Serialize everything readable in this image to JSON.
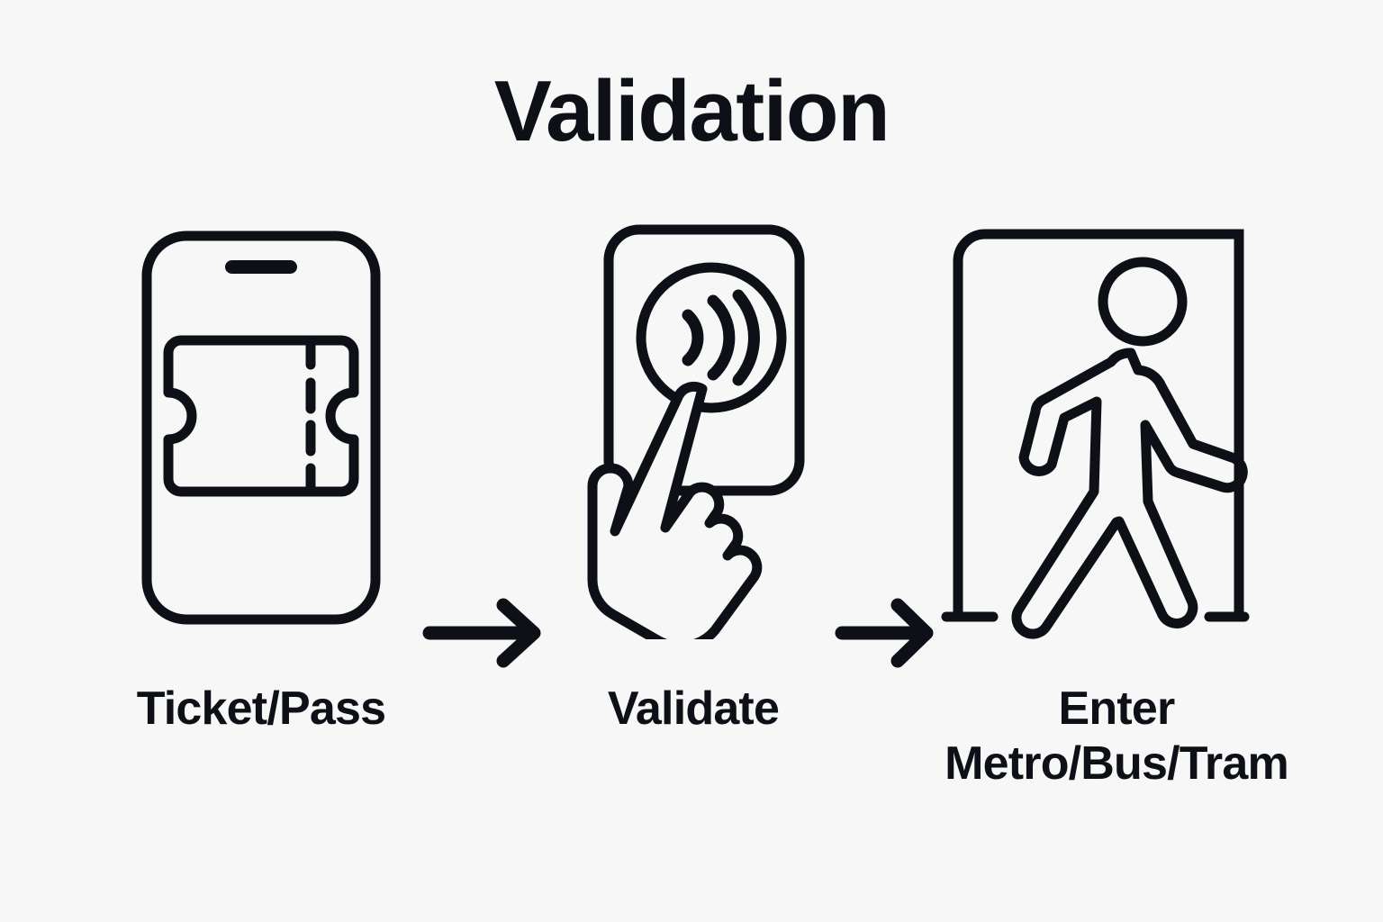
{
  "page": {
    "background_color": "#f7f7f7",
    "ink_color": "#0d1117",
    "title": "Validation"
  },
  "diagram": {
    "type": "process-flow",
    "orientation": "horizontal",
    "step_count": 3,
    "connector_count": 2,
    "steps": [
      {
        "id": "ticket-pass",
        "icon": "smartphone-ticket-icon",
        "icon_description": "smartphone showing a ticket with perforation",
        "caption_lines": [
          "Ticket/Pass"
        ],
        "caption": "Ticket/Pass"
      },
      {
        "id": "validate",
        "icon": "contactless-validator-hand-icon",
        "icon_description": "hand tapping a contactless NFC validator terminal",
        "caption_lines": [
          "Validate"
        ],
        "caption": "Validate"
      },
      {
        "id": "enter",
        "icon": "pedestrian-gate-icon",
        "icon_description": "walking person passing through a gate doorway",
        "caption_lines": [
          "Enter",
          "Metro/Bus/Tram"
        ],
        "caption": "Enter Metro/Bus/Tram"
      }
    ],
    "connectors": [
      {
        "id": "arrow-1",
        "icon": "arrow-right-icon",
        "from": "ticket-pass",
        "to": "validate"
      },
      {
        "id": "arrow-2",
        "icon": "arrow-right-icon",
        "from": "validate",
        "to": "enter"
      }
    ]
  }
}
